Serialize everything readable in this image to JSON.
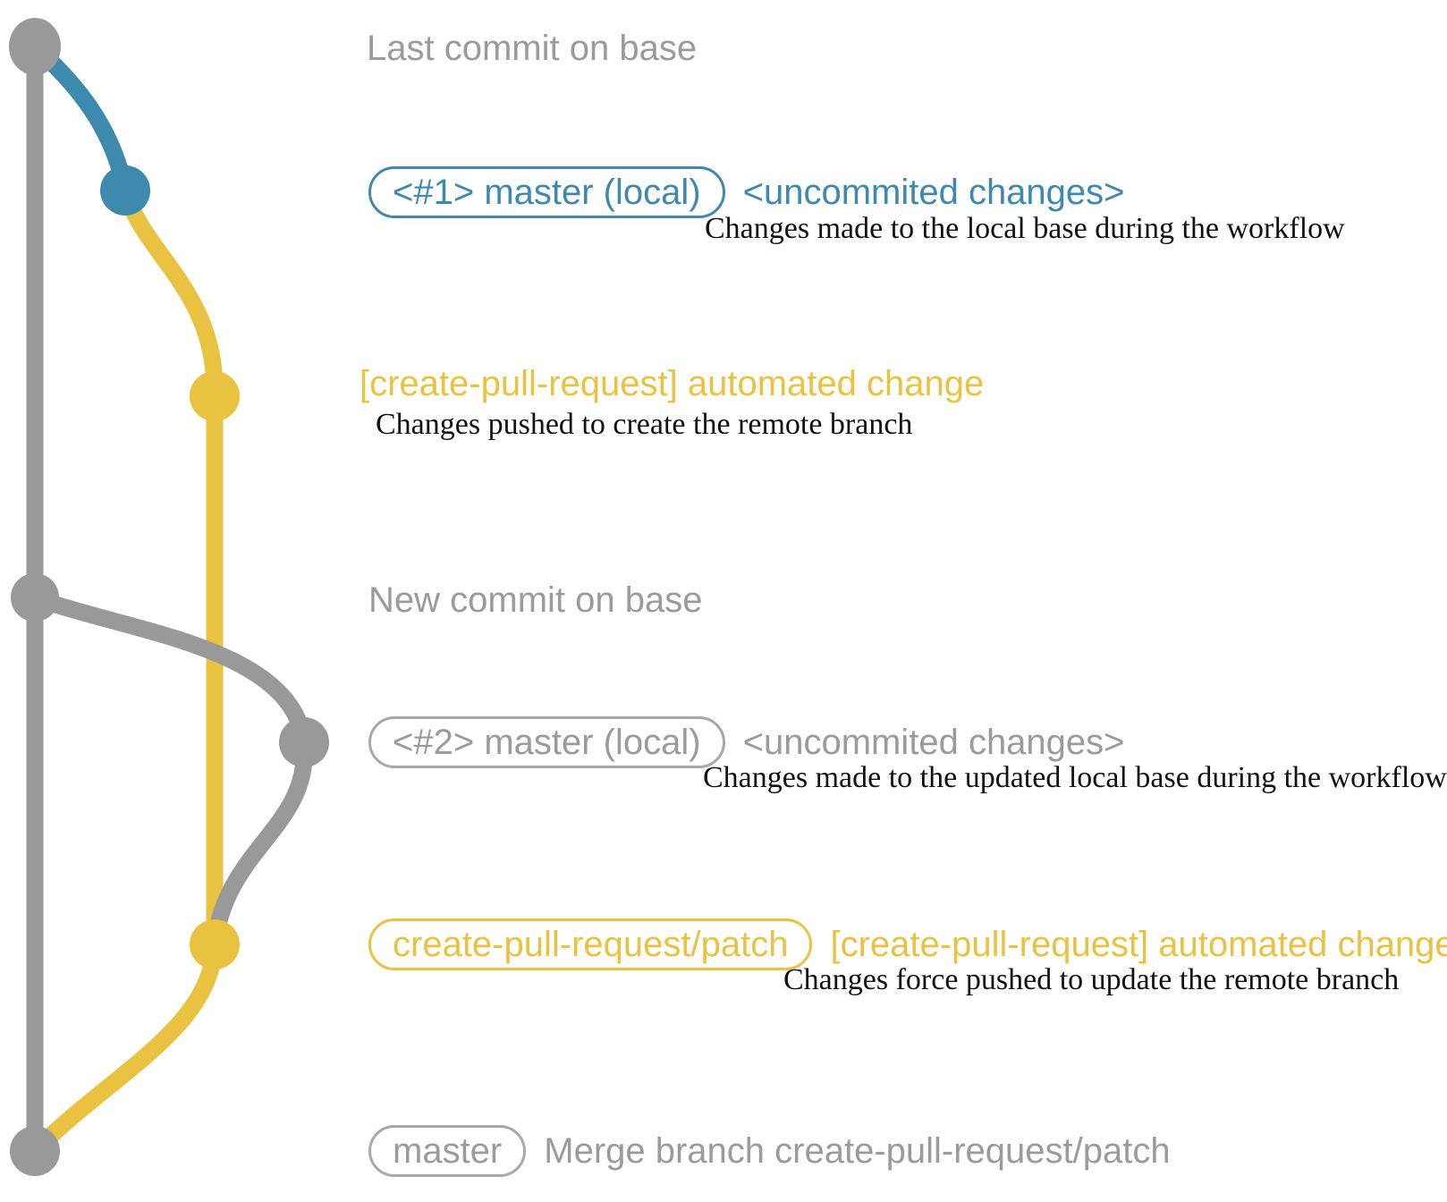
{
  "palette": {
    "blue": "#3e89ae",
    "yellow": "#e8c240",
    "gray": "#999999",
    "label_gray": "#9b9b9b",
    "box_border": "#a8a8a8",
    "ink": "#111111"
  },
  "rows": {
    "last_commit_label": "Last commit on base",
    "local1": {
      "tag": "<#1> master (local)",
      "note": "<uncommited changes>",
      "desc": "Changes made to the local base during the workflow"
    },
    "remote1": {
      "title": "[create-pull-request] automated change",
      "desc": "Changes pushed to create the remote branch"
    },
    "new_commit_label": "New commit on base",
    "local2": {
      "tag": "<#2> master (local)",
      "note": "<uncommited changes>",
      "desc": "Changes made to the updated local base during the workflow"
    },
    "remote2": {
      "tag": "create-pull-request/patch",
      "note": "[create-pull-request] automated change",
      "desc": "Changes force pushed to update the remote branch"
    },
    "merge": {
      "tag": "master",
      "note": "Merge branch create-pull-request/patch"
    }
  }
}
